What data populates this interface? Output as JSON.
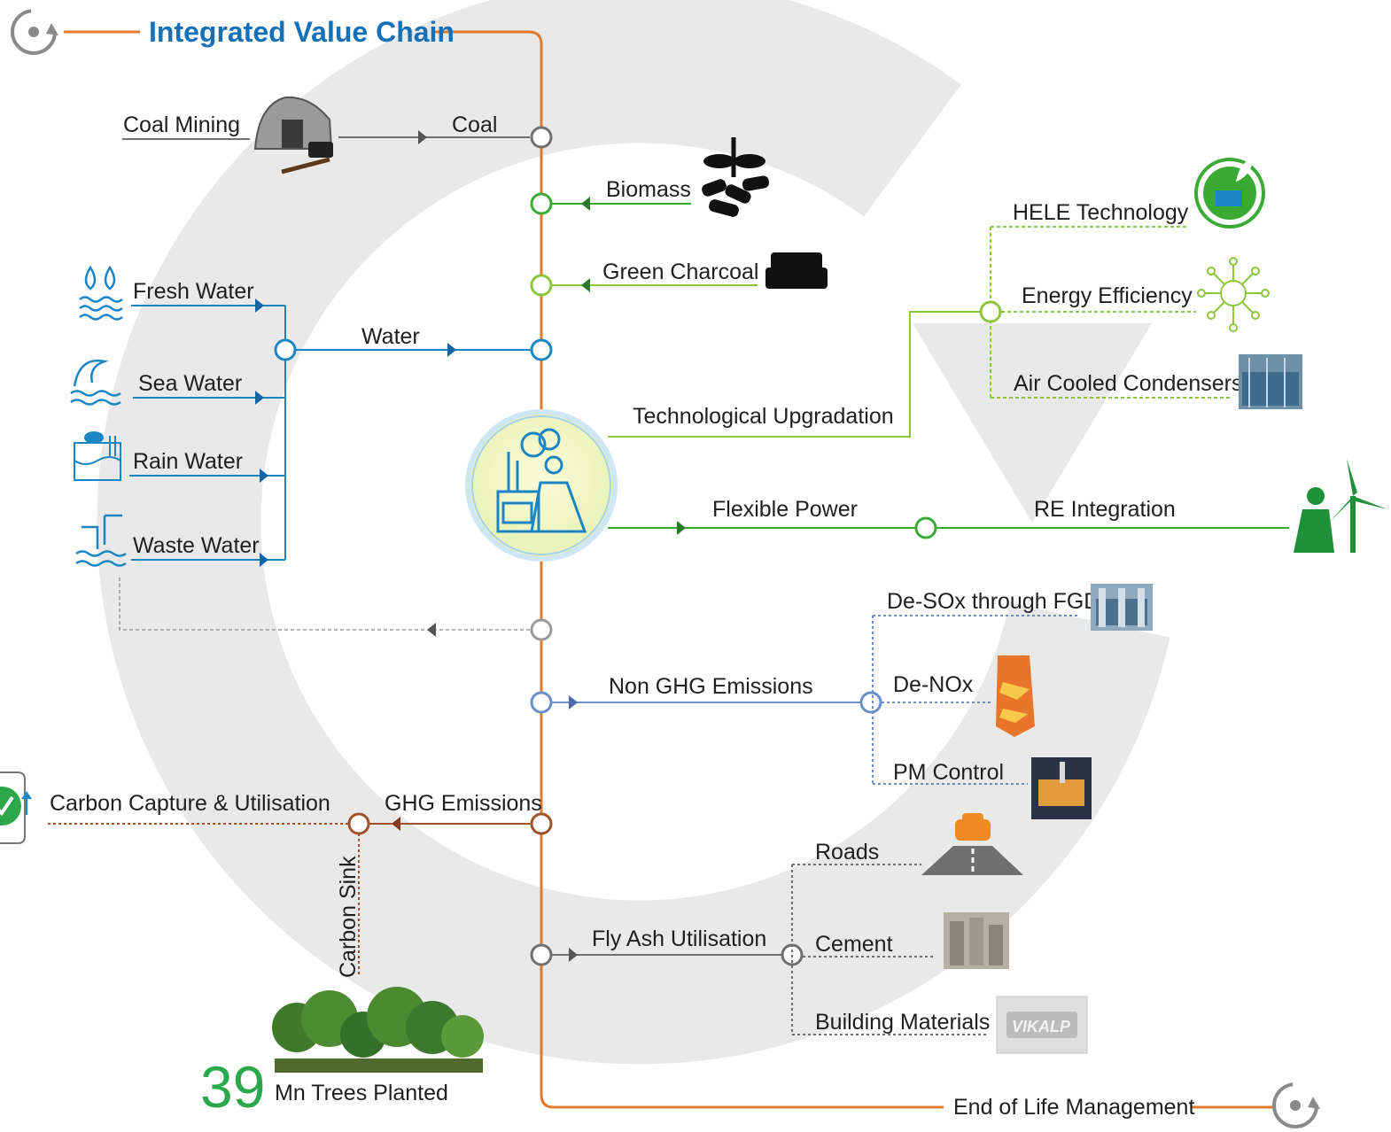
{
  "title": "Integrated Value Chain",
  "inputs": {
    "coal_mining": "Coal Mining",
    "coal": "Coal",
    "biomass": "Biomass",
    "green_charcoal": "Green Charcoal",
    "water": "Water",
    "fresh_water": "Fresh Water",
    "sea_water": "Sea Water",
    "rain_water": "Rain Water",
    "waste_water": "Waste Water"
  },
  "technology": {
    "upgradation": "Technological Upgradation",
    "hele": "HELE Technology",
    "energy_efficiency": "Energy Efficiency",
    "air_cooled": "Air Cooled Condensers"
  },
  "power": {
    "flexible": "Flexible Power",
    "re_integration": "RE Integration"
  },
  "emissions": {
    "non_ghg": "Non GHG Emissions",
    "desox": "De-SOx through FGD",
    "denox": "De-NOx",
    "pm": "PM Control",
    "ghg": "GHG Emissions",
    "ccu": "Carbon Capture & Utilisation",
    "carbon_sink": "Carbon Sink"
  },
  "fly_ash": {
    "label": "Fly Ash Utilisation",
    "roads": "Roads",
    "cement": "Cement",
    "building": "Building Materials",
    "brand": "VIKALP"
  },
  "trees": {
    "count": "39",
    "label": "Mn Trees Planted"
  },
  "end_of_life": "End of Life Management",
  "colors": {
    "spine": "#e07a2a",
    "water": "#1c86c4",
    "green": "#3aaa35",
    "lime": "#8cc63f",
    "slate": "#6c8ec9",
    "brown": "#a0522d",
    "grey": "#707070",
    "title": "#1470b8"
  },
  "icons": [
    "cycle-icon",
    "mine-icon",
    "biomass-icon",
    "charcoal-icon",
    "fresh-water-icon",
    "sea-water-icon",
    "rain-water-icon",
    "waste-water-icon",
    "power-plant-icon",
    "hele-icon",
    "energy-efficiency-icon",
    "condenser-photo",
    "wind-solar-icon",
    "fgd-photo",
    "denox-icon",
    "pm-photo",
    "recycle-icon",
    "road-icon",
    "cement-photo",
    "vikalp-logo",
    "trees-image"
  ]
}
